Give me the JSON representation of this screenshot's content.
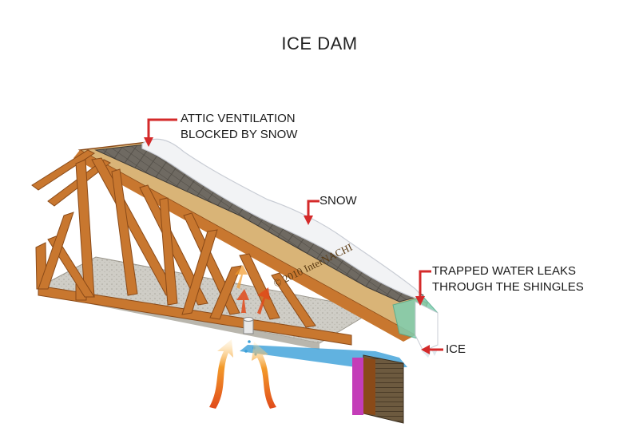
{
  "title": "ICE DAM",
  "callouts": {
    "ventilation_line1": "ATTIC VENTILATION",
    "ventilation_line2": "BLOCKED BY SNOW",
    "snow": "SNOW",
    "trapped_line1": "TRAPPED WATER LEAKS",
    "trapped_line2": "THROUGH THE SHINGLES",
    "ice": "ICE"
  },
  "watermark": "© 2010 InterNACHI",
  "colors": {
    "lumber": "#c8772f",
    "lumber_dark": "#8a4a18",
    "sheathing": "#d9b477",
    "shingles": "#6f6a62",
    "snow": "#f2f3f5",
    "insulation": "#c9c7c0",
    "callout_red": "#d42a2a",
    "water": "#3a9fd8",
    "ice": "#7fcfb0",
    "wall_magenta": "#c43db8",
    "heat_orange": "#f08a24"
  }
}
